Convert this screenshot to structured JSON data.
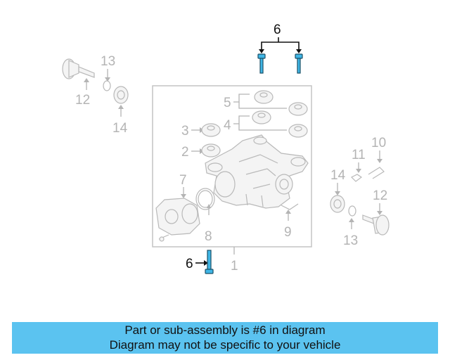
{
  "callouts": {
    "c1": "1",
    "c2": "2",
    "c3": "3",
    "c4": "4",
    "c5": "5",
    "c6_top": "6",
    "c6_bottom": "6",
    "c7": "7",
    "c8": "8",
    "c9": "9",
    "c10": "10",
    "c11": "11",
    "c12_left": "12",
    "c12_right": "12",
    "c13_left": "13",
    "c13_right": "13",
    "c14_left": "14",
    "c14_right": "14"
  },
  "caption": {
    "line1": "Part or sub-assembly is #6 in diagram",
    "line2": "Diagram may not be specific to your vehicle"
  },
  "colors": {
    "highlight_part": "#3fb6e6",
    "caption_background": "#5bc3f0",
    "ghost_part": "#b9b9b9"
  }
}
